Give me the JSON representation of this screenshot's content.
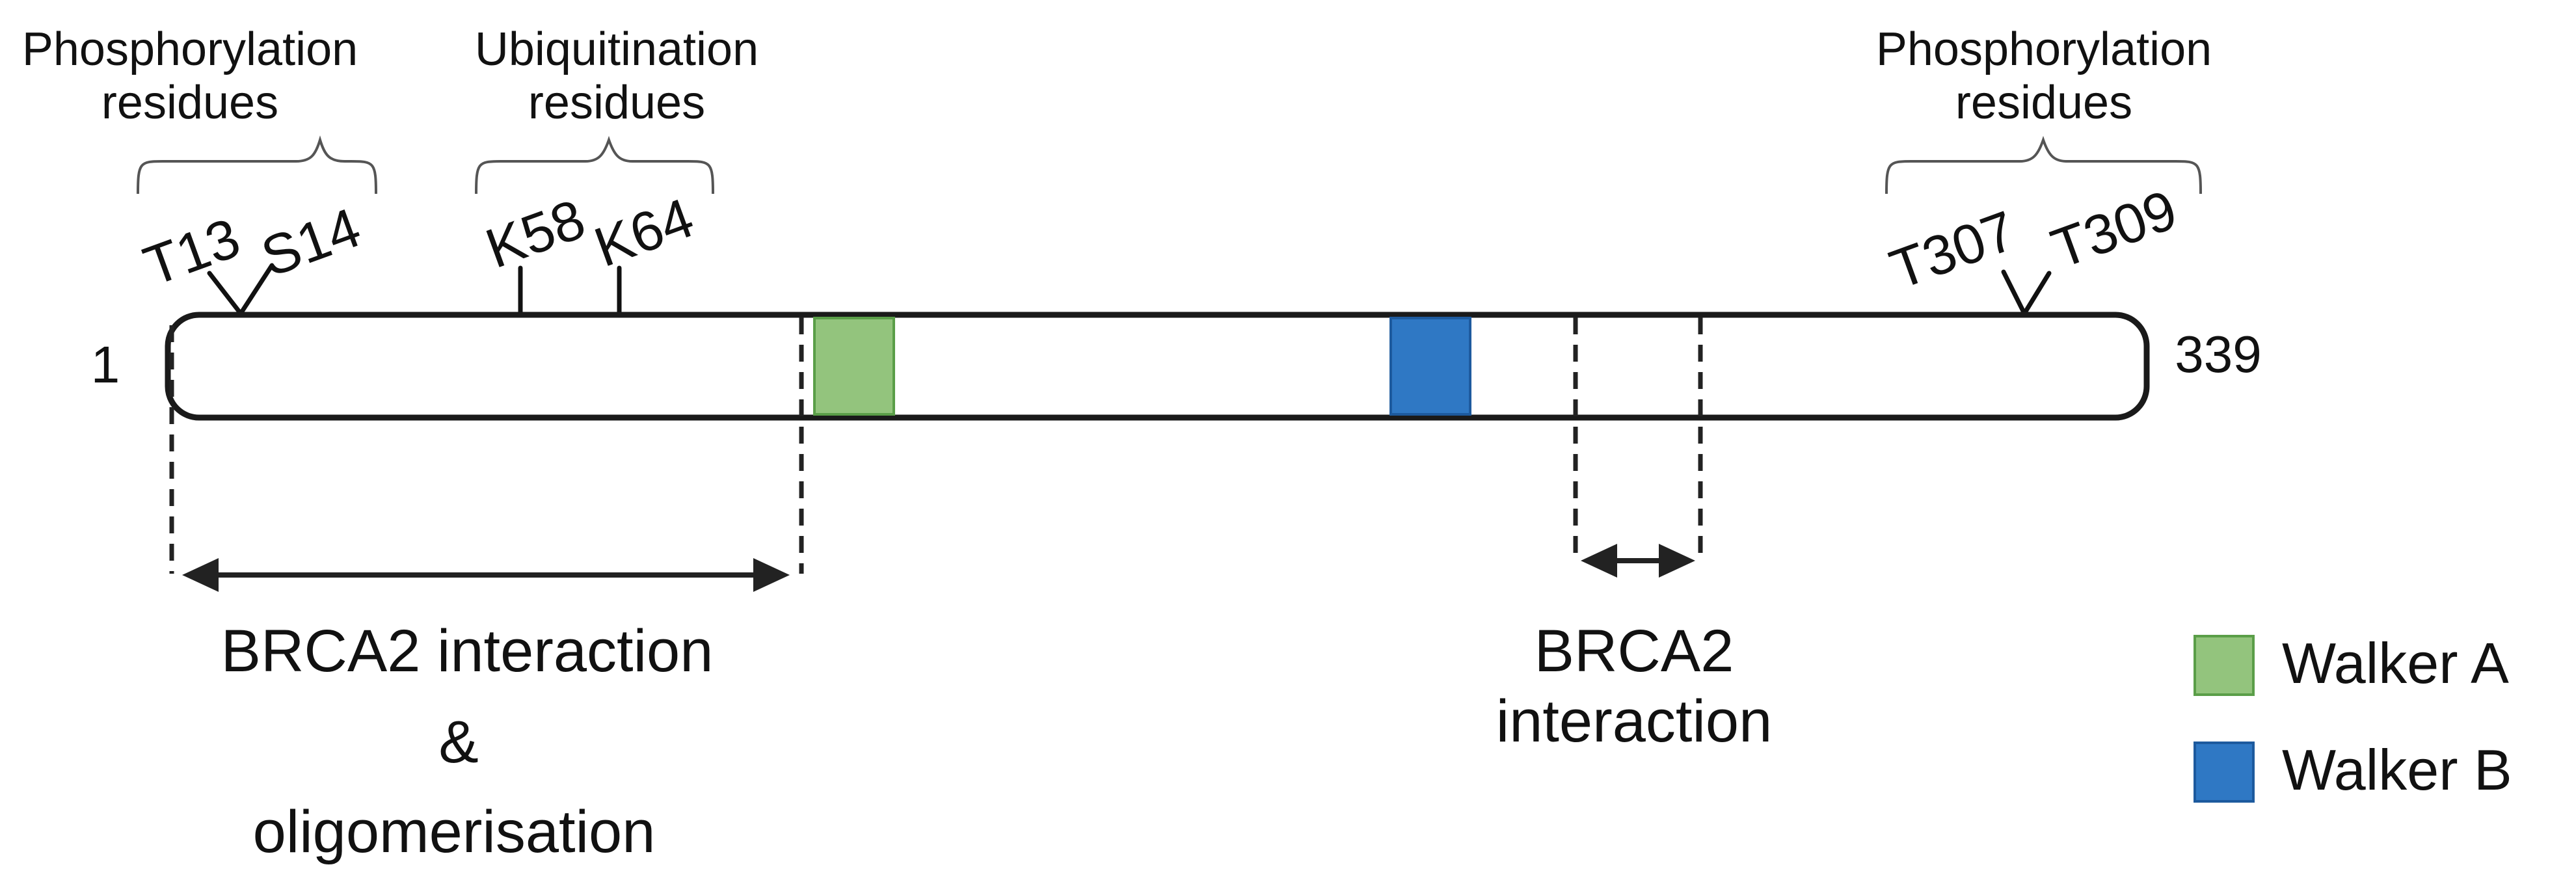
{
  "protein": {
    "start_label": "1",
    "end_label": "339"
  },
  "groups": [
    {
      "id": "phos-n",
      "line1": "Phosphorylation",
      "line2": "residues"
    },
    {
      "id": "ubiq",
      "line1": "Ubiquitination",
      "line2": "residues"
    },
    {
      "id": "phos-c",
      "line1": "Phosphorylation",
      "line2": "residues"
    }
  ],
  "residues": {
    "t13": "T13",
    "s14": "S14",
    "k58": "K58",
    "k64": "K64",
    "t307": "T307",
    "t309": "T309"
  },
  "regions": {
    "n_terminal": {
      "line1": "BRCA2 interaction",
      "line2": "&",
      "line3": "oligomerisation"
    },
    "c_terminal": {
      "line1": "BRCA2",
      "line2": "interaction"
    }
  },
  "legend": {
    "walker_a": {
      "label": "Walker A",
      "color": "#93c47d"
    },
    "walker_b": {
      "label": "Walker B",
      "color": "#2f78c4"
    }
  }
}
